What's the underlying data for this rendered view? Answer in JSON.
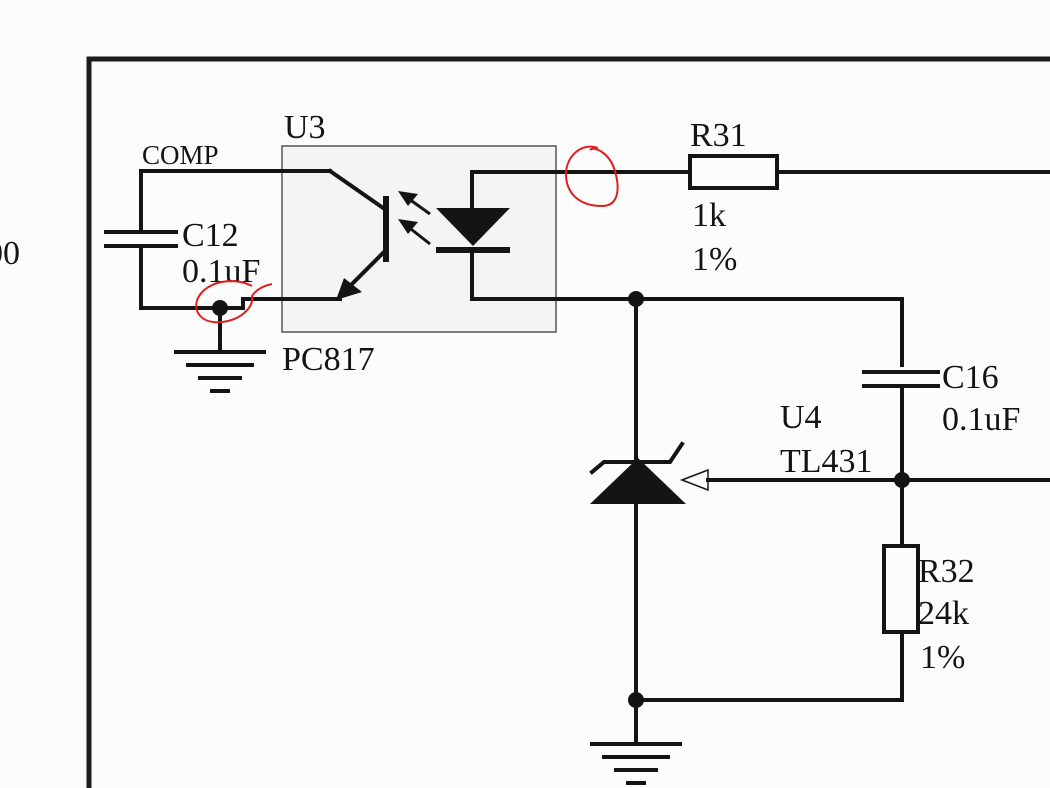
{
  "frame_left_label": "00",
  "u3": {
    "ref": "U3",
    "part": "PC817"
  },
  "comp": {
    "net": "COMP"
  },
  "c12": {
    "ref": "C12",
    "value": "0.1uF"
  },
  "r31": {
    "ref": "R31",
    "value": "1k",
    "tolerance": "1%"
  },
  "c16": {
    "ref": "C16",
    "value": "0.1uF"
  },
  "u4": {
    "ref": "U4",
    "part": "TL431"
  },
  "r32": {
    "ref": "R32",
    "value": "24k",
    "tolerance": "1%"
  },
  "colors": {
    "wire": "#141414",
    "annotation": "#e01e1e",
    "ic_fill": "#f4f4f4"
  }
}
